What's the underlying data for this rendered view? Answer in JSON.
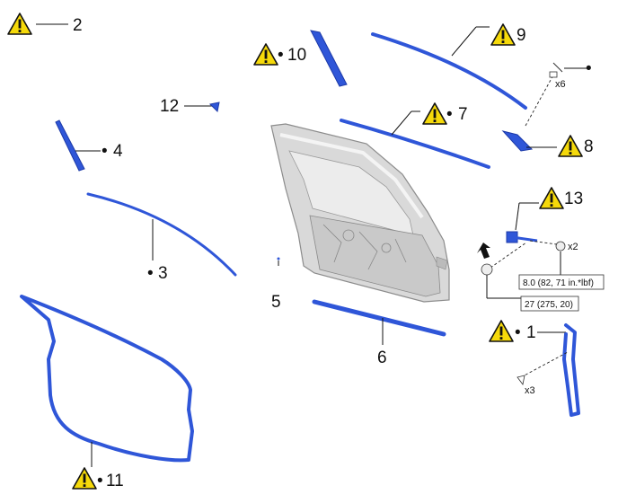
{
  "colors": {
    "part_blue": "#2f56d8",
    "part_blue_dark": "#1d3aa8",
    "warning_yellow": "#f5d90a",
    "door_gray": "#d9d9d9"
  },
  "icons": {
    "caution": "caution-triangle-icon",
    "install_direction": "arrow-down-icon"
  },
  "callouts": {
    "c1": "1",
    "c2": "2",
    "c3": "3",
    "c4": "4",
    "c5": "5",
    "c6": "6",
    "c7": "7",
    "c8": "8",
    "c9": "9",
    "c10": "10",
    "c11": "11",
    "c12": "12",
    "c13": "13"
  },
  "bullet": "•",
  "quantities": {
    "q_clip9": "x6",
    "q_nut13": "x2",
    "q_clip1": "x3"
  },
  "torque": {
    "nut": "8.0 (82, 71 in.*lbf)",
    "bolt": "27 (275, 20)"
  }
}
